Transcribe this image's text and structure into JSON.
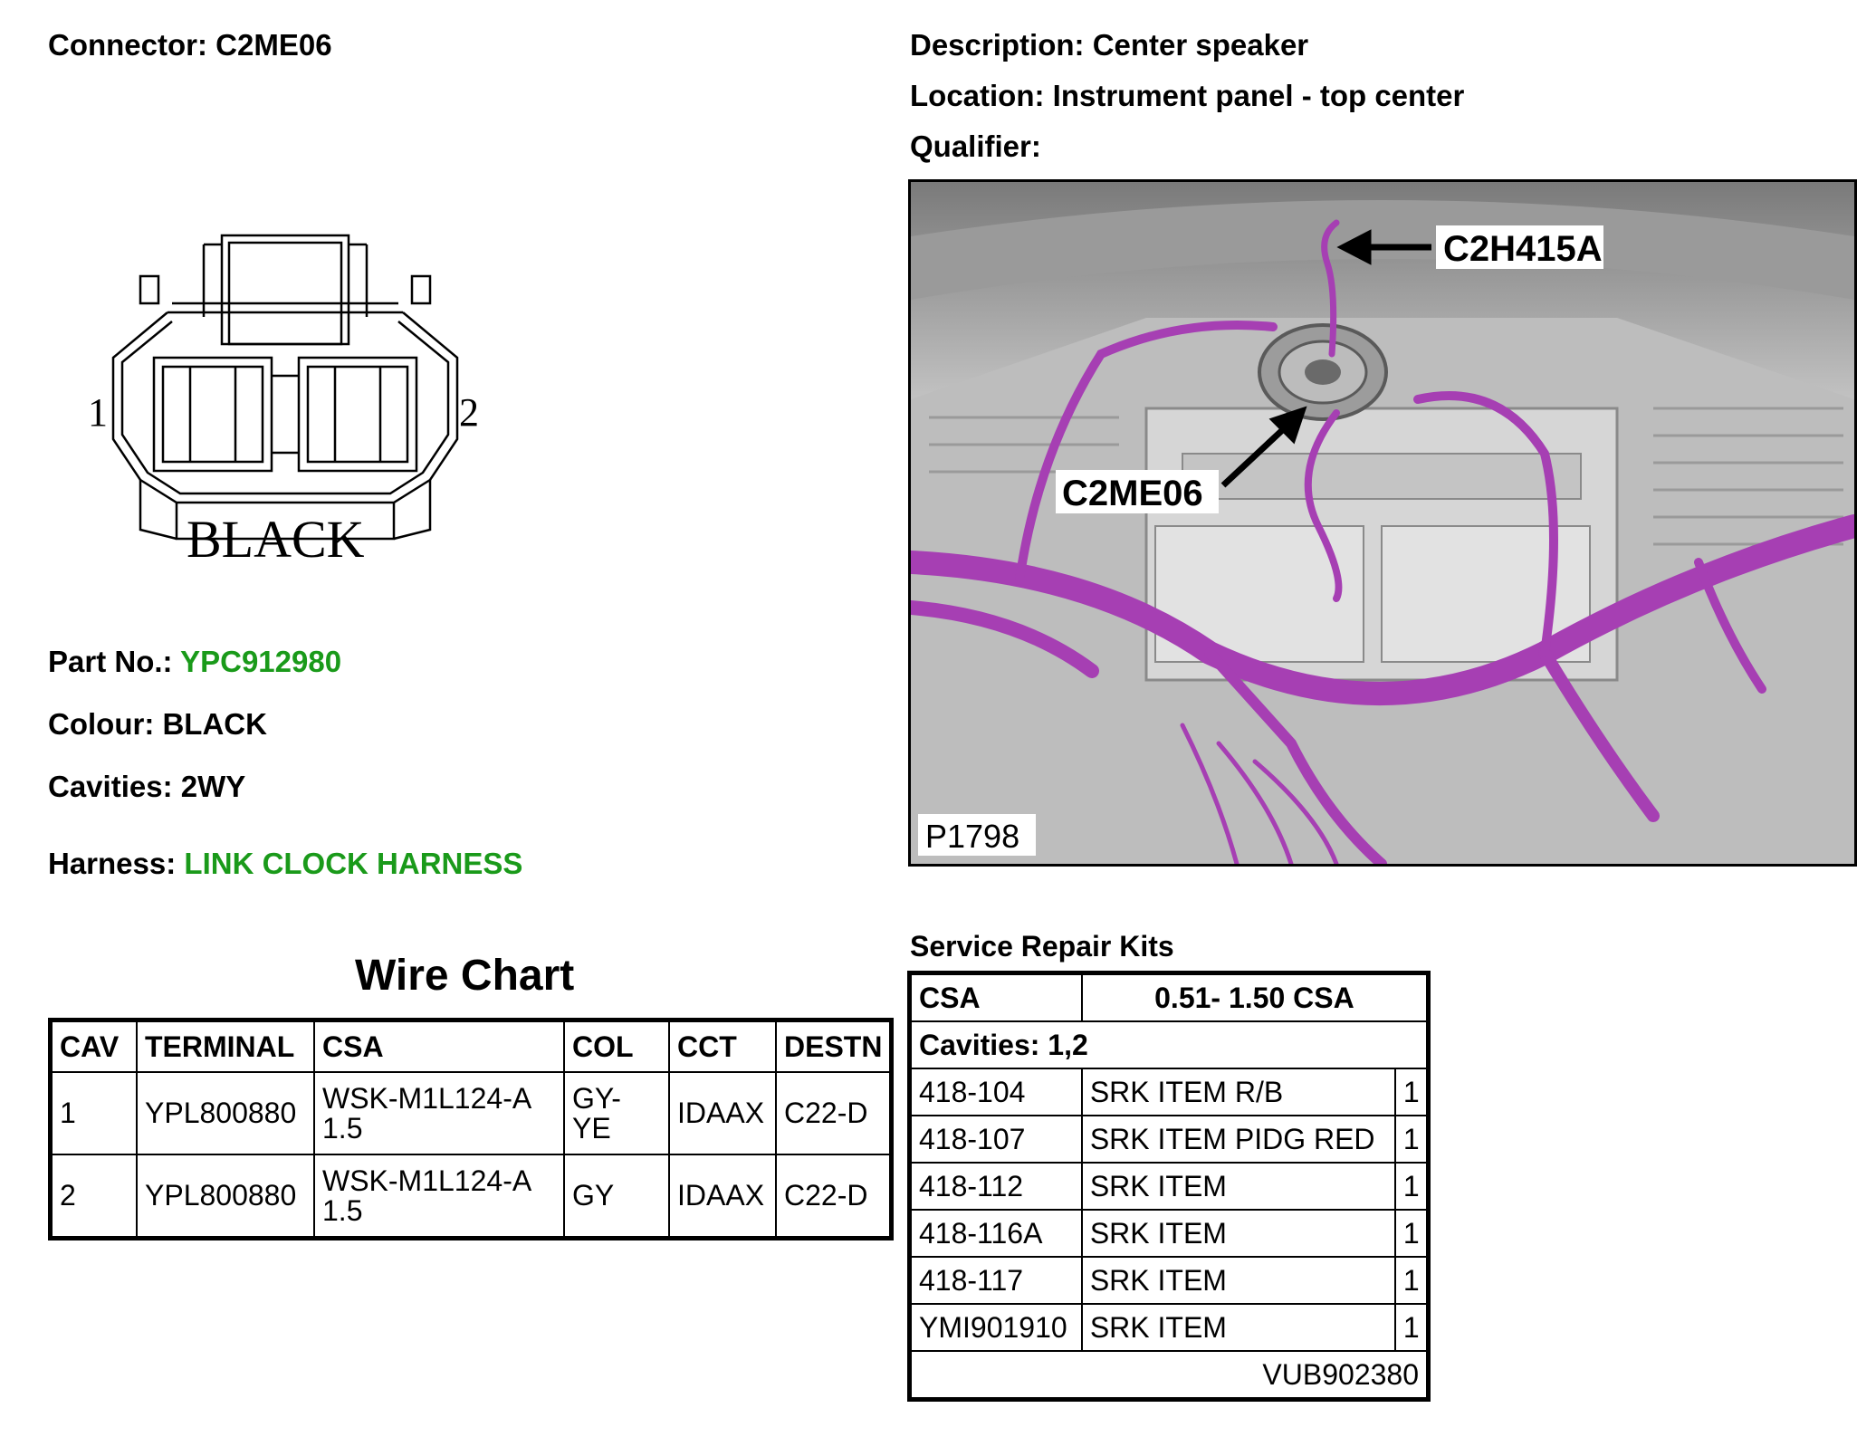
{
  "header": {
    "connector_label": "Connector: C2ME06",
    "description_label": "Description: Center speaker",
    "location_label": "Location: Instrument panel - top center",
    "qualifier_label": "Qualifier:"
  },
  "drawing": {
    "pin_1": "1",
    "pin_2": "2",
    "color_label": "BLACK"
  },
  "details": {
    "part_no_label": "Part No.: ",
    "part_no": "YPC912980",
    "colour_label": "Colour: BLACK",
    "cavities_label": "Cavities: 2WY",
    "harness_label": "Harness: ",
    "harness": "LINK CLOCK HARNESS"
  },
  "photo": {
    "callout_top": "C2H415A",
    "callout_mid": "C2ME06",
    "photo_id": "P1798"
  },
  "wire_chart": {
    "title": "Wire Chart",
    "headers": [
      "CAV",
      "TERMINAL",
      "CSA",
      "COL",
      "CCT",
      "DESTN"
    ],
    "rows": [
      {
        "cav": "1",
        "terminal": "YPL800880",
        "csa_1": "WSK-M1L124-A",
        "csa_2": "1.5",
        "col_1": "GY-",
        "col_2": "YE",
        "cct": "IDAAX",
        "destn": "C22-D"
      },
      {
        "cav": "2",
        "terminal": "YPL800880",
        "csa_1": "WSK-M1L124-A",
        "csa_2": "1.5",
        "col_1": "GY",
        "col_2": "",
        "cct": "IDAAX",
        "destn": "C22-D"
      }
    ]
  },
  "service_kits": {
    "title": "Service Repair Kits",
    "csa_label": "CSA",
    "csa_range": "0.51- 1.50 CSA",
    "cavities": "Cavities: 1,2",
    "items": [
      {
        "code": "418-104",
        "desc": "SRK ITEM R/B",
        "qty": "1"
      },
      {
        "code": "418-107",
        "desc": "SRK ITEM PIDG RED",
        "qty": "1"
      },
      {
        "code": "418-112",
        "desc": "SRK ITEM",
        "qty": "1"
      },
      {
        "code": "418-116A",
        "desc": "SRK ITEM",
        "qty": "1"
      },
      {
        "code": "418-117",
        "desc": "SRK ITEM",
        "qty": "1"
      },
      {
        "code": "YMI901910",
        "desc": "SRK ITEM",
        "qty": "1"
      }
    ],
    "footer_code": "VUB902380"
  },
  "colors": {
    "accent_green": "#1a9a1a",
    "harness_purple": "#a63fb3"
  }
}
